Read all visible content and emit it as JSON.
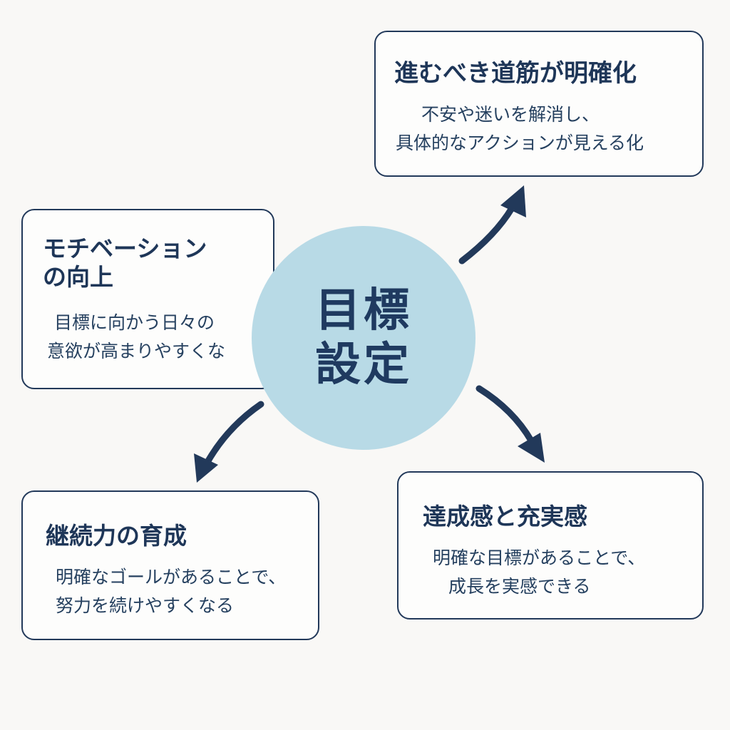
{
  "center": {
    "line1": "目標",
    "line2": "設定"
  },
  "nodes": {
    "top_right": {
      "title": "進むべき道筋が明確化",
      "body_line1": "不安や迷いを解消し、",
      "body_line2": "具体的なアクションが見える化"
    },
    "left": {
      "title_line1": "モチベーション",
      "title_line2": "の向上",
      "body_line1": "目標に向かう日々の",
      "body_line2": "意欲が高まりやすくな"
    },
    "bottom_left": {
      "title": "継続力の育成",
      "body_line1": "明確なゴールがあることで、",
      "body_line2": "努力を続けやすくなる"
    },
    "bottom_right": {
      "title": "達成感と充実感",
      "body_line1": "明確な目標があることで、",
      "body_line2": "成長を実感できる"
    }
  },
  "colors": {
    "background": "#f9f8f6",
    "circle_fill": "#b8dae6",
    "border": "#22395a",
    "arrow": "#22395a",
    "text": "#1e3658"
  }
}
